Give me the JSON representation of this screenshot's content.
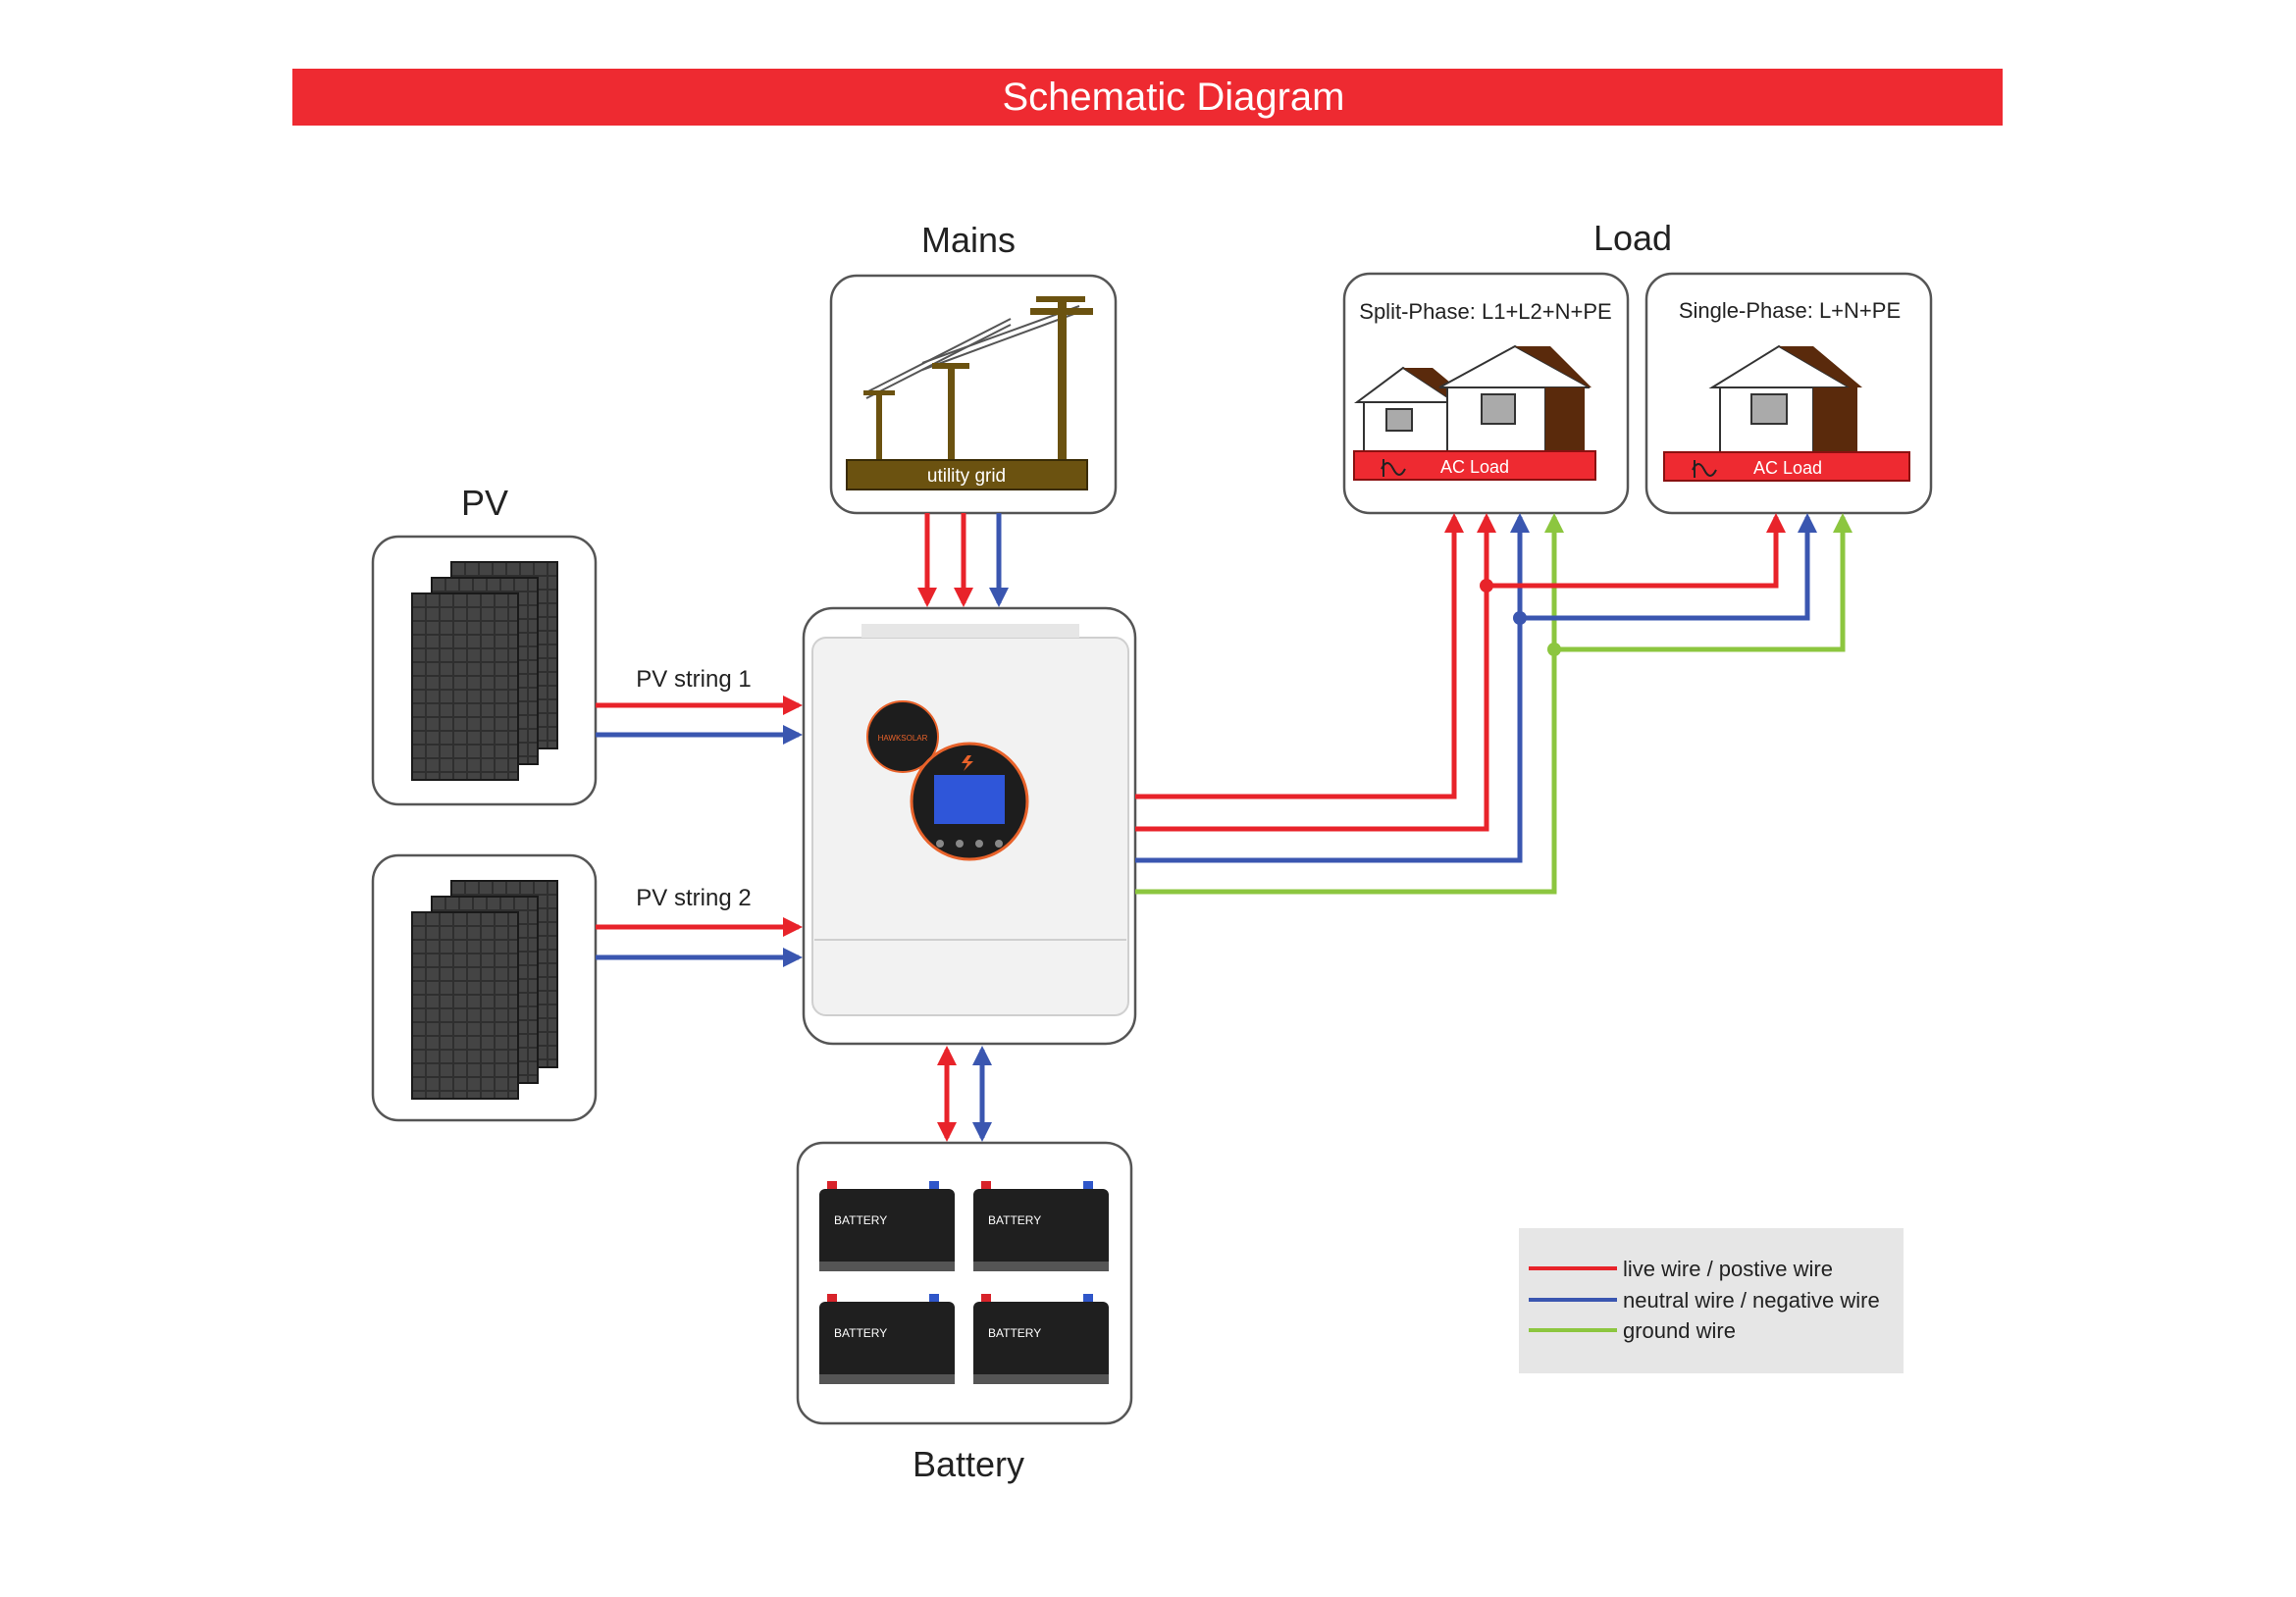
{
  "title": "Schematic Diagram",
  "sections": {
    "mains": "Mains",
    "load": "Load",
    "pv": "PV",
    "battery": "Battery"
  },
  "mains_box": {
    "label": "utility grid"
  },
  "load_boxes": [
    {
      "phase": "Split-Phase:  L1+L2+N+PE",
      "load_label": "AC Load"
    },
    {
      "phase": "Single-Phase:  L+N+PE",
      "load_label": "AC Load"
    }
  ],
  "pv_strings": [
    "PV string 1",
    "PV string 2"
  ],
  "battery_label": "BATTERY",
  "inverter": {
    "brand": "HAWKSOLAR"
  },
  "legend": [
    {
      "label": "live wire / postive wire",
      "color": "#e8232a"
    },
    {
      "label": "neutral wire / negative wire",
      "color": "#3a56b0"
    },
    {
      "label": "ground wire",
      "color": "#8cc63f"
    }
  ],
  "colors": {
    "title_bar": "#ee2a31",
    "live": "#e8232a",
    "neutral": "#3a56b0",
    "ground": "#8cc63f",
    "roof": "#5a2a0c",
    "pole": "#6b5210"
  }
}
